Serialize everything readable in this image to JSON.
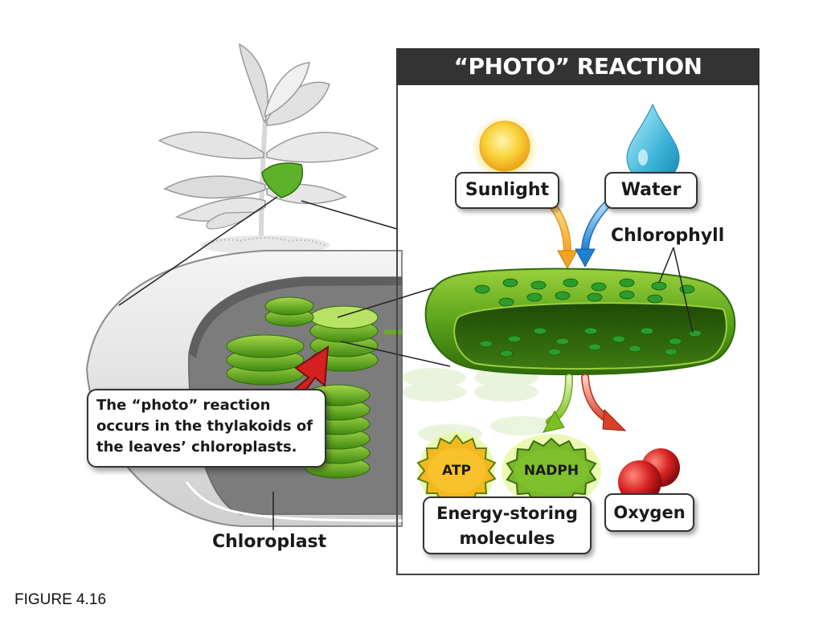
{
  "panel": {
    "title": "“PHOTO” REACTION"
  },
  "inputs": {
    "sunlight": "Sunlight",
    "water": "Water"
  },
  "chlorophyll_label": "Chlorophyll",
  "outputs": {
    "atp": "ATP",
    "nadph": "NADPH",
    "energy_line1": "Energy-storing",
    "energy_line2": "molecules",
    "oxygen": "Oxygen"
  },
  "callout": {
    "line1": "The “photo” reaction",
    "line2": "occurs in the thylakoids of",
    "line3": "the leaves’ chloroplasts."
  },
  "chloroplast_label": "Chloroplast",
  "figure_caption": "FIGURE 4.16",
  "colors": {
    "title_bar": "#333333",
    "thylakoid_green": "#4e9a14",
    "arrow_red": "#d42020",
    "sun_yellow": "#f7c52a",
    "water_blue": "#2aa7d4"
  }
}
